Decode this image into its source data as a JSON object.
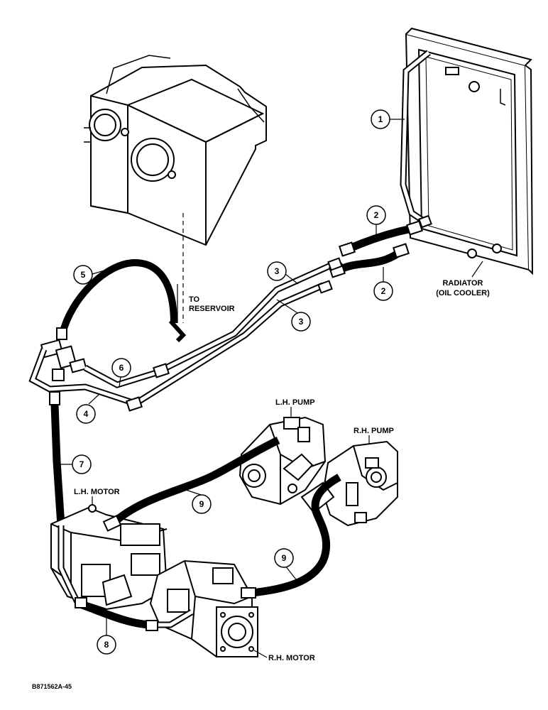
{
  "labels": {
    "to_reservoir_line1": "TO",
    "to_reservoir_line2": "RESERVOIR",
    "radiator_line1": "RADIATOR",
    "radiator_line2": "(OIL COOLER)",
    "lh_pump": "L.H. PUMP",
    "rh_pump": "R.H. PUMP",
    "lh_motor": "L.H. MOTOR",
    "rh_motor": "R.H. MOTOR",
    "figure_ref": "B871562A-45"
  },
  "callouts": {
    "c1": "1",
    "c2a": "2",
    "c2b": "2",
    "c3a": "3",
    "c3b": "3",
    "c4": "4",
    "c5": "5",
    "c6": "6",
    "c7": "7",
    "c8": "8",
    "c9a": "9",
    "c9b": "9"
  }
}
